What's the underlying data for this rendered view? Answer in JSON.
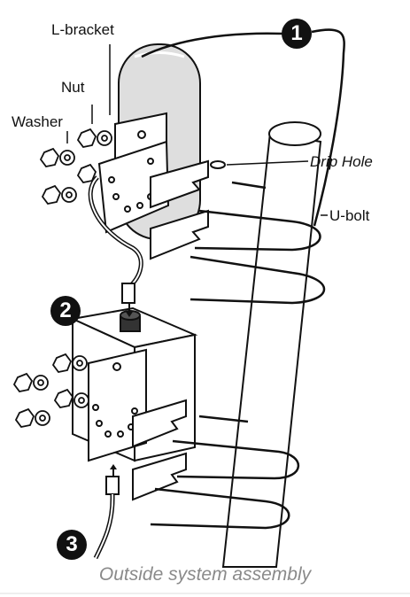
{
  "labels": {
    "l_bracket": "L-bracket",
    "nut": "Nut",
    "washer": "Washer",
    "drip_hole": "Drip Hole",
    "u_bolt": "U-bolt"
  },
  "steps": [
    "1",
    "2",
    "3"
  ],
  "caption": "Outside system assembly",
  "colors": {
    "line": "#111111",
    "caption": "#8a8a8a",
    "antenna_fill": "#dedede"
  }
}
